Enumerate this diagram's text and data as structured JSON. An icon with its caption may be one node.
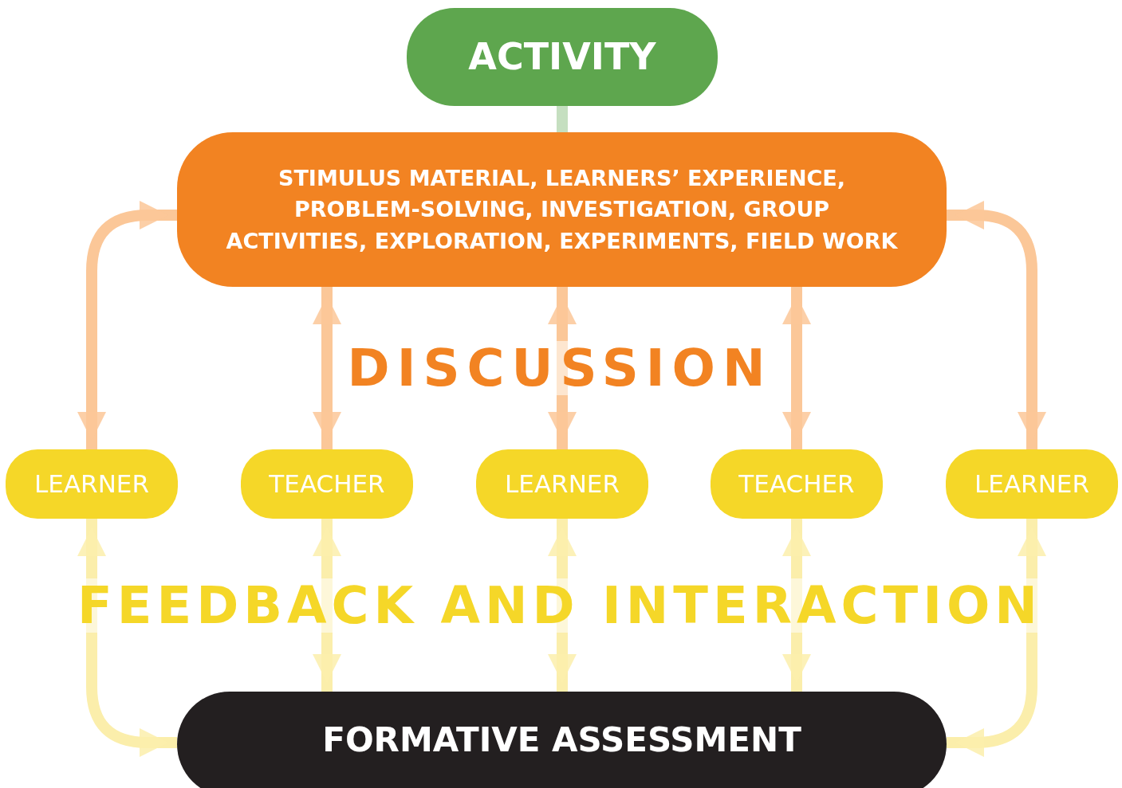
{
  "diagram": {
    "nodes": [
      {
        "text": [
          "ACTIVITY"
        ]
      },
      {
        "text": [
          "STIMULUS MATERIAL, LEARNERS’ EXPERIENCE, PROBLEM-SOLVING, INVESTIGATION, GROUP ACTIVITIES, EXPLORATION, EXPERIMENTS, FIELD WORK"
        ]
      },
      {
        "text": [
          "LEARNER"
        ]
      },
      {
        "text": [
          "TEACHER"
        ]
      },
      {
        "text": [
          "LEARNER"
        ]
      },
      {
        "text": [
          "TEACHER"
        ]
      },
      {
        "text": [
          "LEARNER"
        ]
      },
      {
        "text": [
          "FORMATIVE ASSESSMENT"
        ]
      }
    ],
    "edges": [
      {
        "from": 0,
        "to": 1,
        "arrow": "none",
        "color": "#c5dfc0"
      },
      {
        "from": 2,
        "to": 1,
        "arrow": "both",
        "color": "#fbc798"
      },
      {
        "from": 3,
        "to": 1,
        "arrow": "both",
        "color": "#fbc798"
      },
      {
        "from": 4,
        "to": 1,
        "arrow": "both",
        "color": "#fbc798"
      },
      {
        "from": 5,
        "to": 1,
        "arrow": "both",
        "color": "#fbc798"
      },
      {
        "from": 6,
        "to": 1,
        "arrow": "both",
        "color": "#fbc798"
      },
      {
        "from": 2,
        "to": 7,
        "arrow": "both",
        "color": "#fbeeab"
      },
      {
        "from": 3,
        "to": 7,
        "arrow": "both",
        "color": "#fbeeab"
      },
      {
        "from": 4,
        "to": 7,
        "arrow": "both",
        "color": "#fbeeab"
      },
      {
        "from": 5,
        "to": 7,
        "arrow": "both",
        "color": "#fbeeab"
      },
      {
        "from": 6,
        "to": 7,
        "arrow": "both",
        "color": "#fbeeab"
      }
    ],
    "labels": [
      "DISCUSSION",
      "FEEDBACK AND INTERACTION"
    ]
  }
}
